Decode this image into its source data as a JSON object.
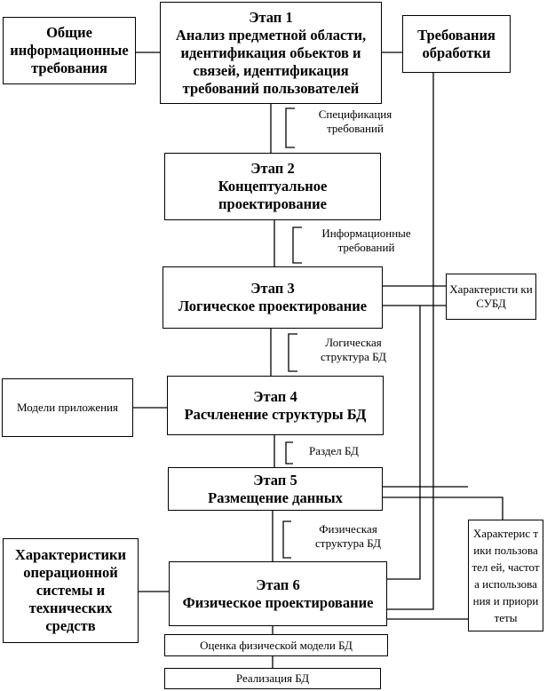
{
  "stages": [
    {
      "title": "Этап 1",
      "body": "Анализ предметной области, идентификация обьектов и связей, идентификация требований пользователей"
    },
    {
      "title": "Этап 2",
      "body": "Концептуальное\nпроектирование"
    },
    {
      "title": "Этап 3",
      "body": "Логическое проектирование"
    },
    {
      "title": "Этап 4",
      "body": "Расчленение структуры БД"
    },
    {
      "title": "Этап 5",
      "body": "Размещение данных"
    },
    {
      "title": "Этап 6",
      "body": "Физическое проектирование"
    }
  ],
  "inputs": {
    "general_info": "Общие информационные требования",
    "processing_req": "Требования обработки",
    "dbms_chars": "Характеристи ки СУБД",
    "app_models": "Модели приложения",
    "user_chars": "Характерис тики пользовател ей, частота использова ния и приоритеты",
    "os_chars": "Характеристики операционной системы и технических средств"
  },
  "outputs": {
    "evaluation": "Оценка физической модели БД",
    "implementation": "Реализация БД"
  },
  "transitions": [
    "Спецификация\nтребований",
    "Информационные\nтребований",
    "Логическая\nструктура БД",
    "Раздел БД",
    "Физическая\nструктура БД"
  ]
}
